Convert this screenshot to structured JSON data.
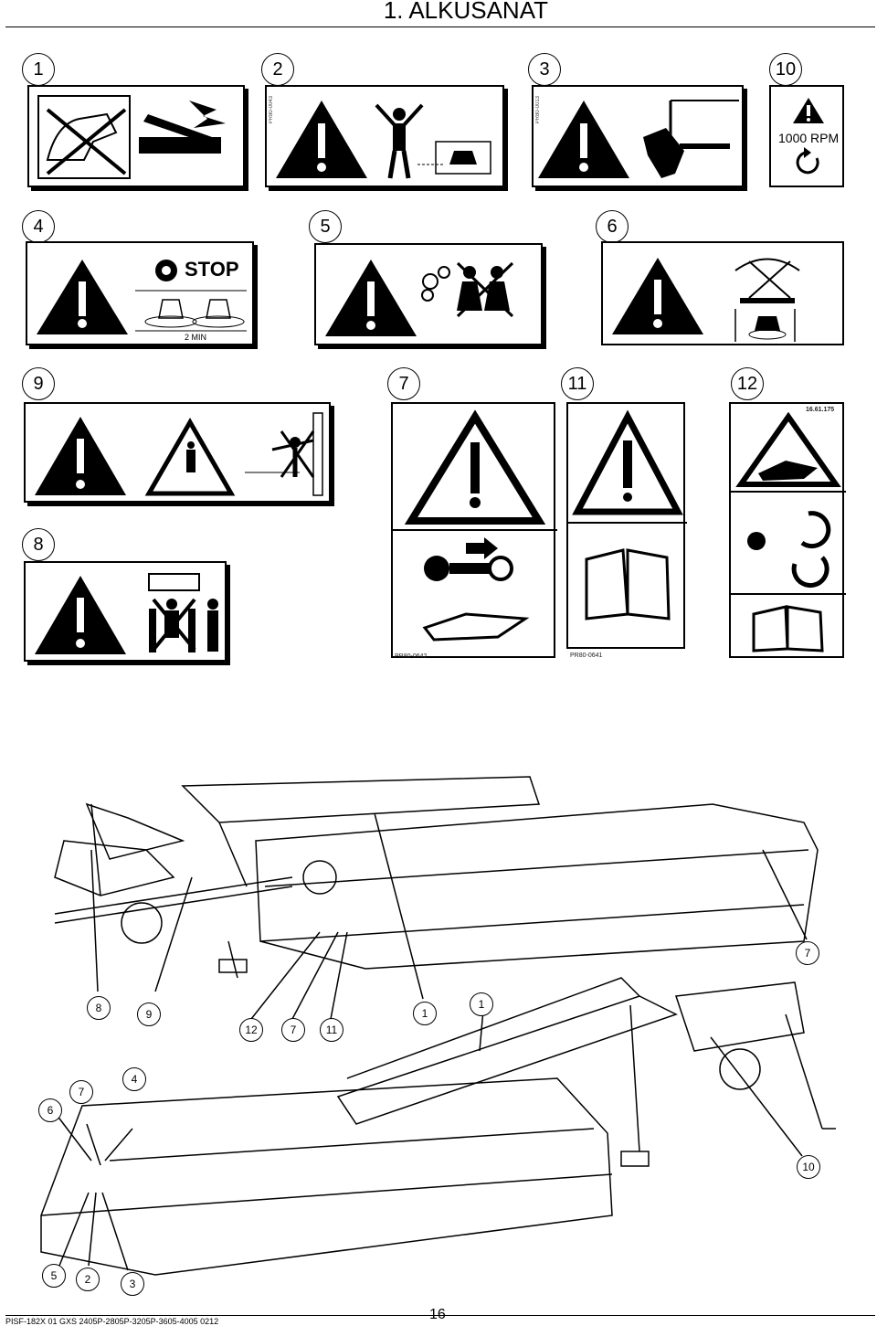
{
  "header": {
    "title": "1. ALKUSANAT"
  },
  "labels": {
    "row1": [
      "1",
      "2",
      "3",
      "10"
    ],
    "row2": [
      "4",
      "5",
      "6"
    ],
    "row3": [
      "9",
      "7",
      "11",
      "12"
    ],
    "row4": [
      "8"
    ]
  },
  "decals": {
    "rpm_text": "1000 RPM",
    "stop_text": "STOP",
    "min_text": "2 MIN",
    "code_12": "16.61.175",
    "code_7": "PR80-0642",
    "code_11": "PR80-0641"
  },
  "diagram_callouts": {
    "upper": [
      "7",
      "8",
      "9",
      "12",
      "7",
      "11",
      "1"
    ],
    "lower": [
      "1",
      "4",
      "7",
      "6",
      "10",
      "5",
      "2",
      "3"
    ]
  },
  "footer": {
    "doc_id": "PISF-182X 01 GXS 2405P-2805P-3205P-3605-4005 0212",
    "page_number": "16"
  }
}
